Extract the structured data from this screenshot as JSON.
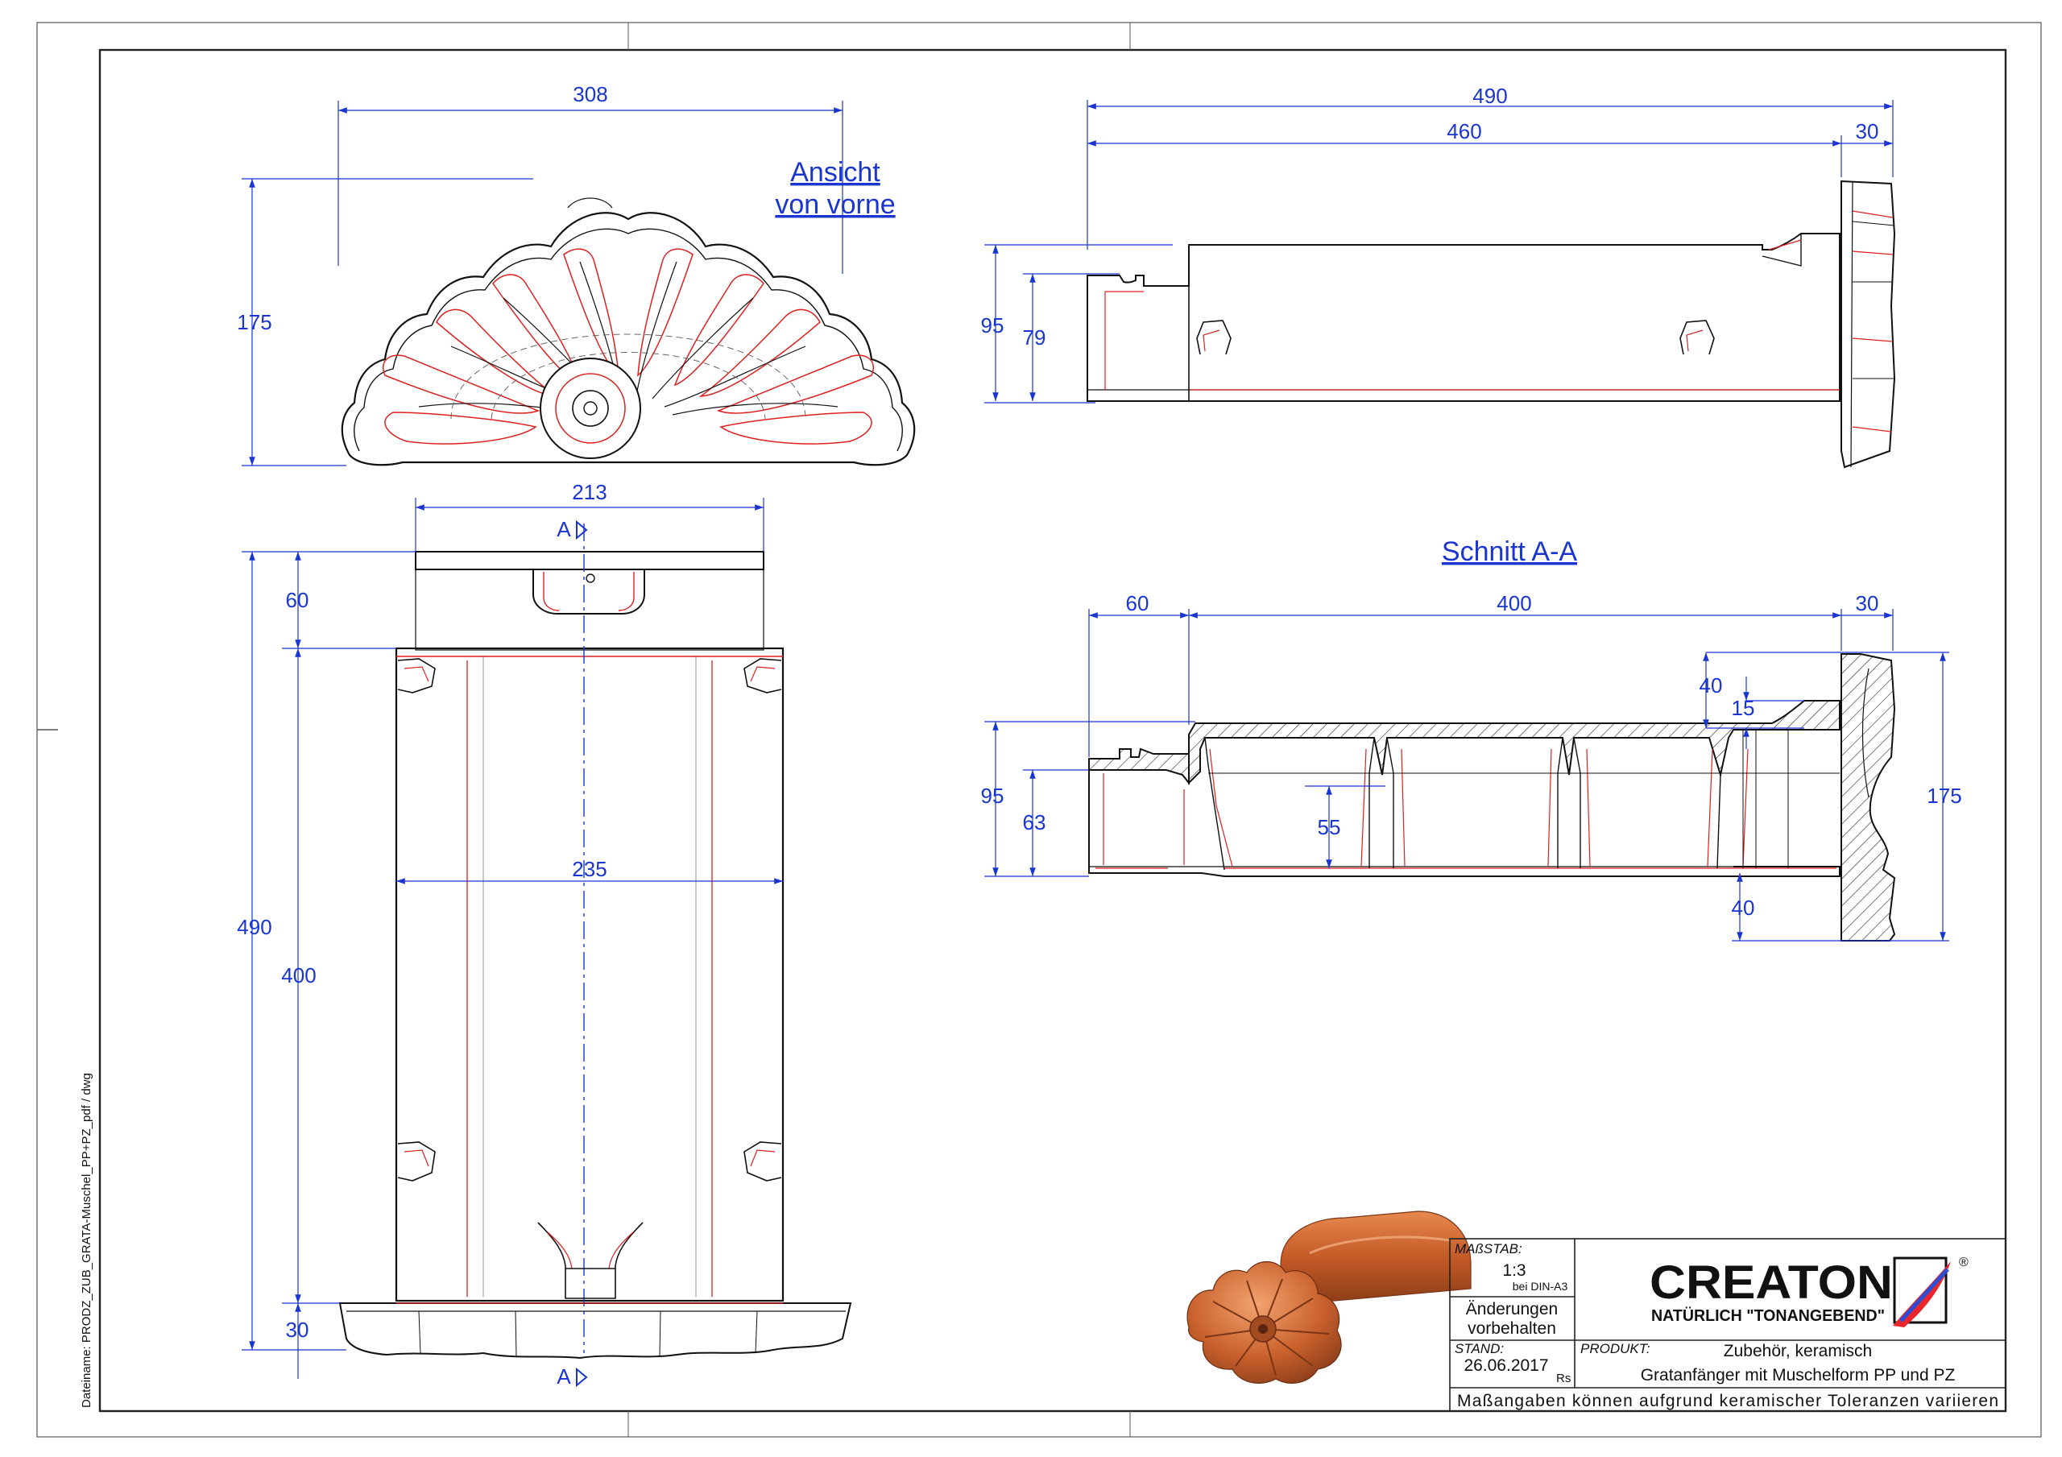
{
  "drawing": {
    "file_name": "Dateiname: PRODZ_ZUB_GRATA-Muschel_PP+PZ_pdf / dwg",
    "views": {
      "front_title_1": "Ansicht",
      "front_title_2": "von vorne",
      "section_title": "Schnitt A-A",
      "section_mark": "A"
    },
    "dimensions": {
      "front_width": "308",
      "front_height": "175",
      "top_width_213": "213",
      "top_width_235": "235",
      "top_60": "60",
      "top_400": "400",
      "top_490": "490",
      "top_30": "30",
      "side_490": "490",
      "side_460": "460",
      "side_30": "30",
      "side_95": "95",
      "side_79": "79",
      "sec_60": "60",
      "sec_400": "400",
      "sec_30": "30",
      "sec_95": "95",
      "sec_63": "63",
      "sec_55": "55",
      "sec_40_top": "40",
      "sec_15": "15",
      "sec_40_bottom": "40",
      "sec_175": "175"
    }
  },
  "title_block": {
    "scale_label": "MAßSTAB:",
    "scale_value": "1:3",
    "scale_note": "bei DIN-A3",
    "changes_1": "Änderungen",
    "changes_2": "vorbehalten",
    "status_label": "STAND:",
    "status_date": "26.06.2017",
    "status_initials": "Rs",
    "product_label": "PRODUKT:",
    "product_line1": "Zubehör, keramisch",
    "product_line2": "Gratanfänger mit Muschelform PP und PZ",
    "tolerance_note": "Maßangaben können aufgrund keramischer Toleranzen variieren",
    "brand": "CREATON",
    "slogan": "NATÜRLICH \"TONANGEBEND\"",
    "registered": "®"
  },
  "colors": {
    "dimension": "#1a35d0",
    "outline": "#111111",
    "hidden_red": "#e02020",
    "terracotta": "#c8602c"
  }
}
